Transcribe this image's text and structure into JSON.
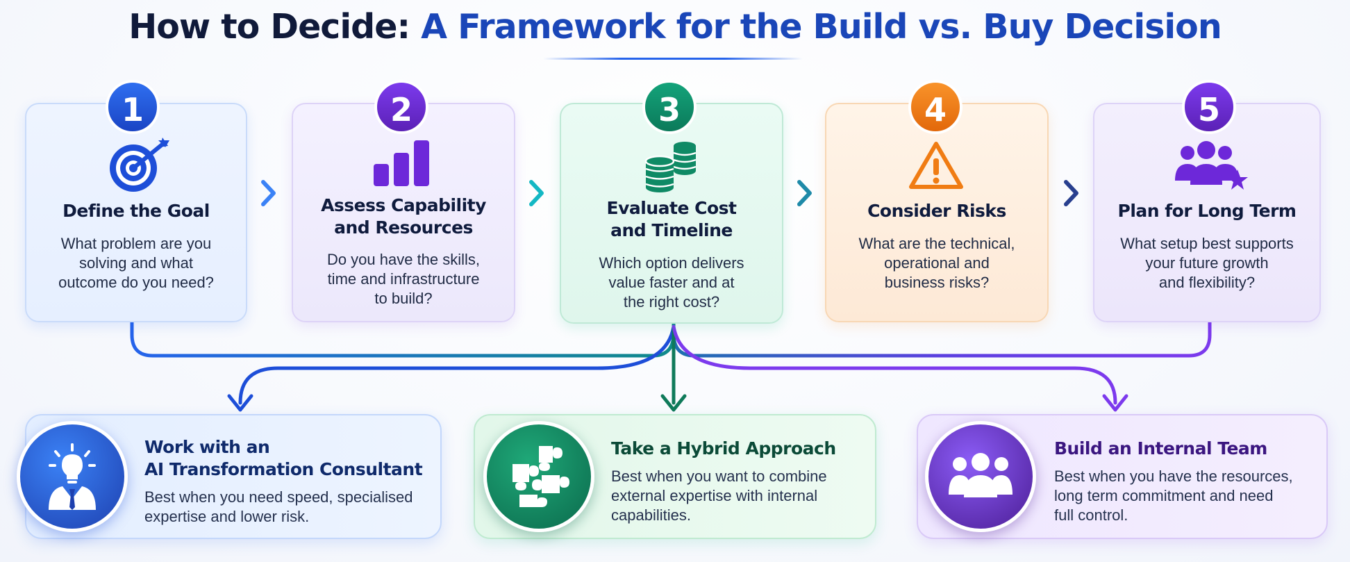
{
  "title": {
    "part1": "How to Decide:",
    "part2": "A Framework for the Build vs. Buy Decision"
  },
  "steps": [
    {
      "number": "1",
      "icon": "target-icon",
      "title_lines": [
        "Define the Goal"
      ],
      "desc_lines": [
        "What problem are you",
        "solving and what",
        "outcome do you need?"
      ],
      "color": "#1d4ed8"
    },
    {
      "number": "2",
      "icon": "bar-chart-icon",
      "title_lines": [
        "Assess Capability",
        "and Resources"
      ],
      "desc_lines": [
        "Do you have the skills,",
        "time and infrastructure",
        "to build?"
      ],
      "color": "#6d28d9"
    },
    {
      "number": "3",
      "icon": "coin-stack-icon",
      "title_lines": [
        "Evaluate Cost",
        "and Timeline"
      ],
      "desc_lines": [
        "Which option delivers",
        "value faster and at",
        "the right cost?"
      ],
      "color": "#0f8a65"
    },
    {
      "number": "4",
      "icon": "warning-icon",
      "title_lines": [
        "Consider Risks"
      ],
      "desc_lines": [
        "What are the technical,",
        "operational and",
        "business risks?"
      ],
      "color": "#f07c13"
    },
    {
      "number": "5",
      "icon": "team-star-icon",
      "title_lines": [
        "Plan for Long Term"
      ],
      "desc_lines": [
        "What setup best supports",
        "your future growth",
        "and flexibility?"
      ],
      "color": "#6d28d9"
    }
  ],
  "options": [
    {
      "icon": "lightbulb-person-icon",
      "title_lines": [
        "Work with an",
        "AI Transformation Consultant"
      ],
      "desc_lines": [
        "Best when you need speed, specialised",
        "expertise and lower risk."
      ],
      "color": "#1e40af"
    },
    {
      "icon": "puzzle-icon",
      "title_lines": [
        "Take a Hybrid Approach"
      ],
      "desc_lines": [
        "Best when you want to combine",
        "external expertise with internal",
        "capabilities."
      ],
      "color": "#0b5e45"
    },
    {
      "icon": "team-icon",
      "title_lines": [
        "Build an Internal Team"
      ],
      "desc_lines": [
        "Best when you have the resources,",
        "long term commitment and need",
        "full control."
      ],
      "color": "#4c1d95"
    }
  ]
}
